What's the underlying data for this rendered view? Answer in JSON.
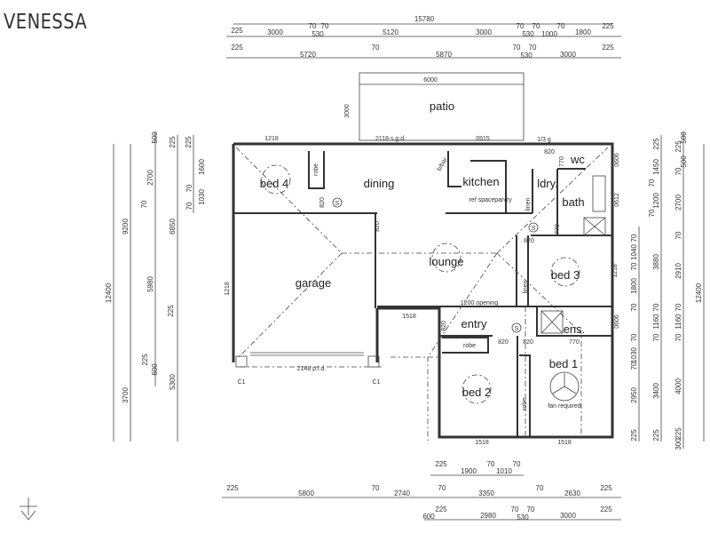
{
  "title": "VENESSA",
  "rooms": {
    "patio": "patio",
    "bed4": "bed 4",
    "dining": "dining",
    "kitchen": "kitchen",
    "laundry": "ldry.",
    "wc": "wc",
    "bath": "bath",
    "lounge": "lounge",
    "garage": "garage",
    "bed3": "bed 3",
    "entry": "entry",
    "ensuite": "ens.",
    "bed1": "bed 1",
    "bed2": "bed 2"
  },
  "notes": {
    "fan": "fan required",
    "robe": "robe",
    "linen": "linen",
    "ref_space": "ref space",
    "pantry": "pantry",
    "breakfast_bar": "b/bar",
    "glass": "1/3 g",
    "sgd": "2118 s.g.d.",
    "pld": "2148 p.l.d.",
    "opening": "1200 opening",
    "column": "C1",
    "smoke": "S",
    "door_820": "820",
    "door_770": "770",
    "win_1218": "1218",
    "win_0915": "0915",
    "win_0606": "0606",
    "win_0612": "0612",
    "win_1518": "1518",
    "patio_width": "6000",
    "patio_depth": "3000"
  },
  "dims": {
    "top_overall": "15780",
    "top_row2": [
      "225",
      "3000",
      "70",
      "530",
      "70",
      "5120",
      "3000",
      "70",
      "530",
      "70",
      "1000",
      "70",
      "1800",
      "225"
    ],
    "top_row3": [
      "225",
      "5720",
      "70",
      "5870",
      "70",
      "530",
      "70",
      "3000",
      "225"
    ],
    "bottom_row1": [
      "225",
      "1900",
      "70",
      "1010",
      "70"
    ],
    "bottom_row2": [
      "225",
      "5800",
      "70",
      "2740",
      "70",
      "3350",
      "70",
      "2630",
      "225"
    ],
    "bottom_row3": [
      "600",
      "225",
      "2980",
      "70",
      "530",
      "70",
      "3000",
      "225"
    ],
    "left_col1": [
      "12400"
    ],
    "left_col2": [
      "9200",
      "3700"
    ],
    "left_col3": [
      "500",
      "2700",
      "70",
      "5980",
      "225",
      "600"
    ],
    "left_col4": [
      "225",
      "6850",
      "225",
      "5300"
    ],
    "left_col5": [
      "225",
      "1600",
      "70",
      "1030",
      "70"
    ],
    "right_col1": [
      "70",
      "1040",
      "70",
      "1800",
      "70",
      "70",
      "1030",
      "70",
      "2950",
      "225"
    ],
    "right_col2": [
      "225",
      "1450",
      "70",
      "1200",
      "70",
      "3880",
      "70",
      "1160",
      "70",
      "3400",
      "225"
    ],
    "right_col3": [
      "500",
      "225",
      "500",
      "70",
      "2700",
      "70",
      "2910",
      "70",
      "1160",
      "70",
      "4000",
      "300",
      "225"
    ],
    "right_col4": [
      "12400"
    ]
  },
  "colors": {
    "line": "#333333",
    "background": "#ffffff"
  }
}
